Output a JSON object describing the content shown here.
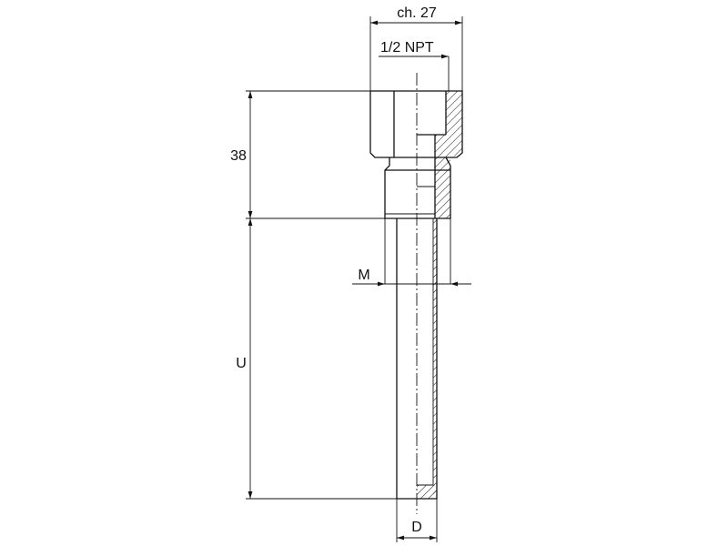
{
  "drawing": {
    "title": "Thermowell with 1/2 NPT thread",
    "labels": {
      "hex_size": "ch. 27",
      "thread": "1/2 NPT",
      "head_length": "38",
      "insertion_length": "U",
      "tube_diameter_m": "M",
      "tip_diameter": "D"
    }
  }
}
